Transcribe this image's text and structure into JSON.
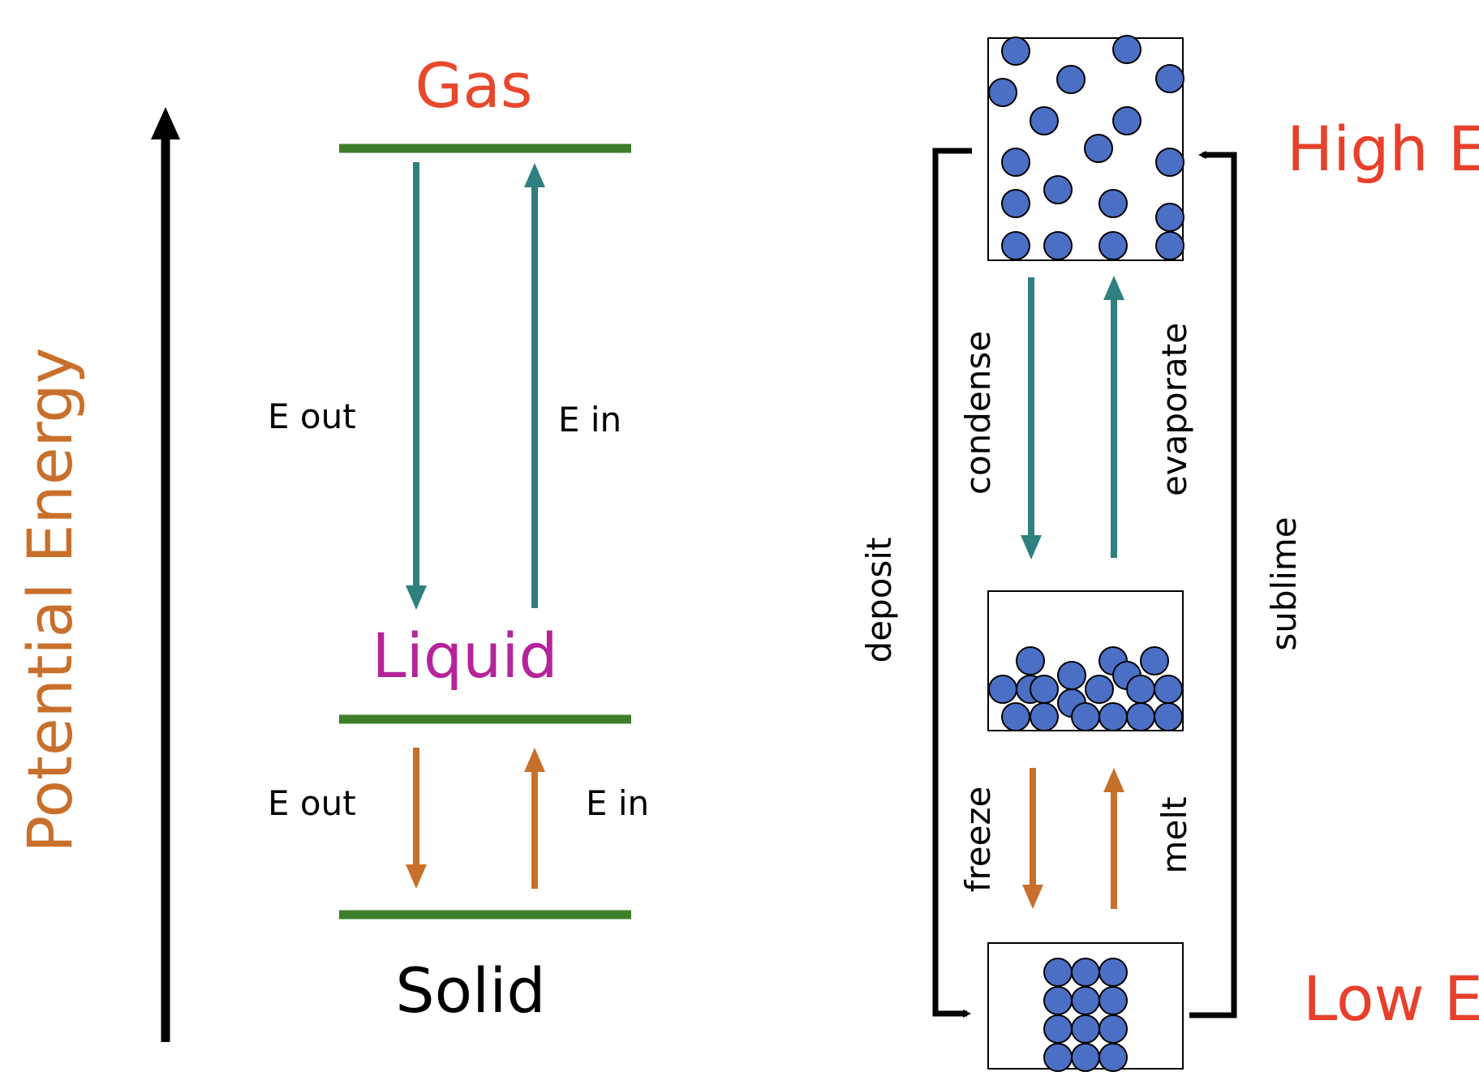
{
  "axis_label": "Potential Energy",
  "states": {
    "gas": "Gas",
    "liquid": "Liquid",
    "solid": "Solid"
  },
  "energy_labels": {
    "gas_liquid_out": "E out",
    "gas_liquid_in": "E in",
    "liquid_solid_out": "E out",
    "liquid_solid_in": "E in"
  },
  "processes": {
    "condense": "condense",
    "evaporate": "evaporate",
    "freeze": "freeze",
    "melt": "melt",
    "deposit": "deposit",
    "sublime": "sublime"
  },
  "energy_levels": {
    "high": "High E",
    "low": "Low E"
  },
  "colors": {
    "axis_label": "#c8702b",
    "gas": "#e8482b",
    "liquid": "#b5249a",
    "solid": "#000000",
    "level_line": "#3e7e2a",
    "gas_liquid_arrow": "#2f8080",
    "liquid_solid_arrow": "#c8702b",
    "energy_level_text": "#e8402b",
    "particle_fill": "#4a6fc4"
  }
}
